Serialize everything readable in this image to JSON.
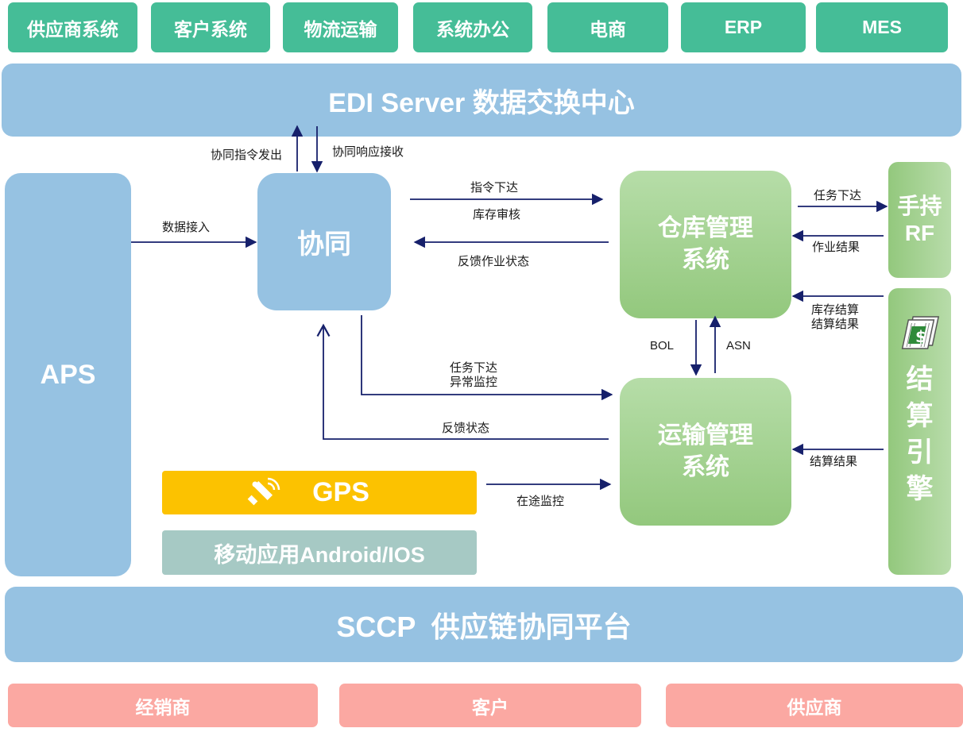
{
  "top_systems": [
    "供应商系统",
    "客户系统",
    "物流运输",
    "系统办公",
    "电商",
    "ERP",
    "MES"
  ],
  "edi_server": "EDI Server 数据交换中心",
  "aps": "APS",
  "xietong": "协同",
  "wms": [
    "仓库管理",
    "系统"
  ],
  "tms": [
    "运输管理",
    "系统"
  ],
  "rf": [
    "手持",
    "RF"
  ],
  "settle_engine": [
    "结",
    "算",
    "引",
    "擎"
  ],
  "gps": "GPS",
  "mobile": "移动应用Android/IOS",
  "sccp": "SCCP  供应链协同平台",
  "bottom_parties": [
    "经销商",
    "客户",
    "供应商"
  ],
  "labels": {
    "collab_cmd_out": "协同指令发出",
    "collab_resp_in": "协同响应接收",
    "data_in": "数据接入",
    "cmd_down": "指令下达",
    "stock_audit": "库存审核",
    "feedback_job": "反馈作业状态",
    "task_down_rf": "任务下达",
    "job_result": "作业结果",
    "stock_settle": "库存结算",
    "settle_result_1": "结算结果",
    "bol": "BOL",
    "asn": "ASN",
    "task_down": "任务下达",
    "exception_monitor": "异常监控",
    "feedback_status": "反馈状态",
    "settle_result_2": "结算结果",
    "transit_monitor": "在途监控"
  },
  "colors": {
    "top_systems": "#45bd97",
    "platform_blue": "#96c2e2",
    "green": "#93c87d",
    "gps_yellow": "#fcc200",
    "mobile_gray": "#a6c9c4",
    "bottom_pink": "#fba8a2",
    "arrow_navy": "#16206b"
  }
}
